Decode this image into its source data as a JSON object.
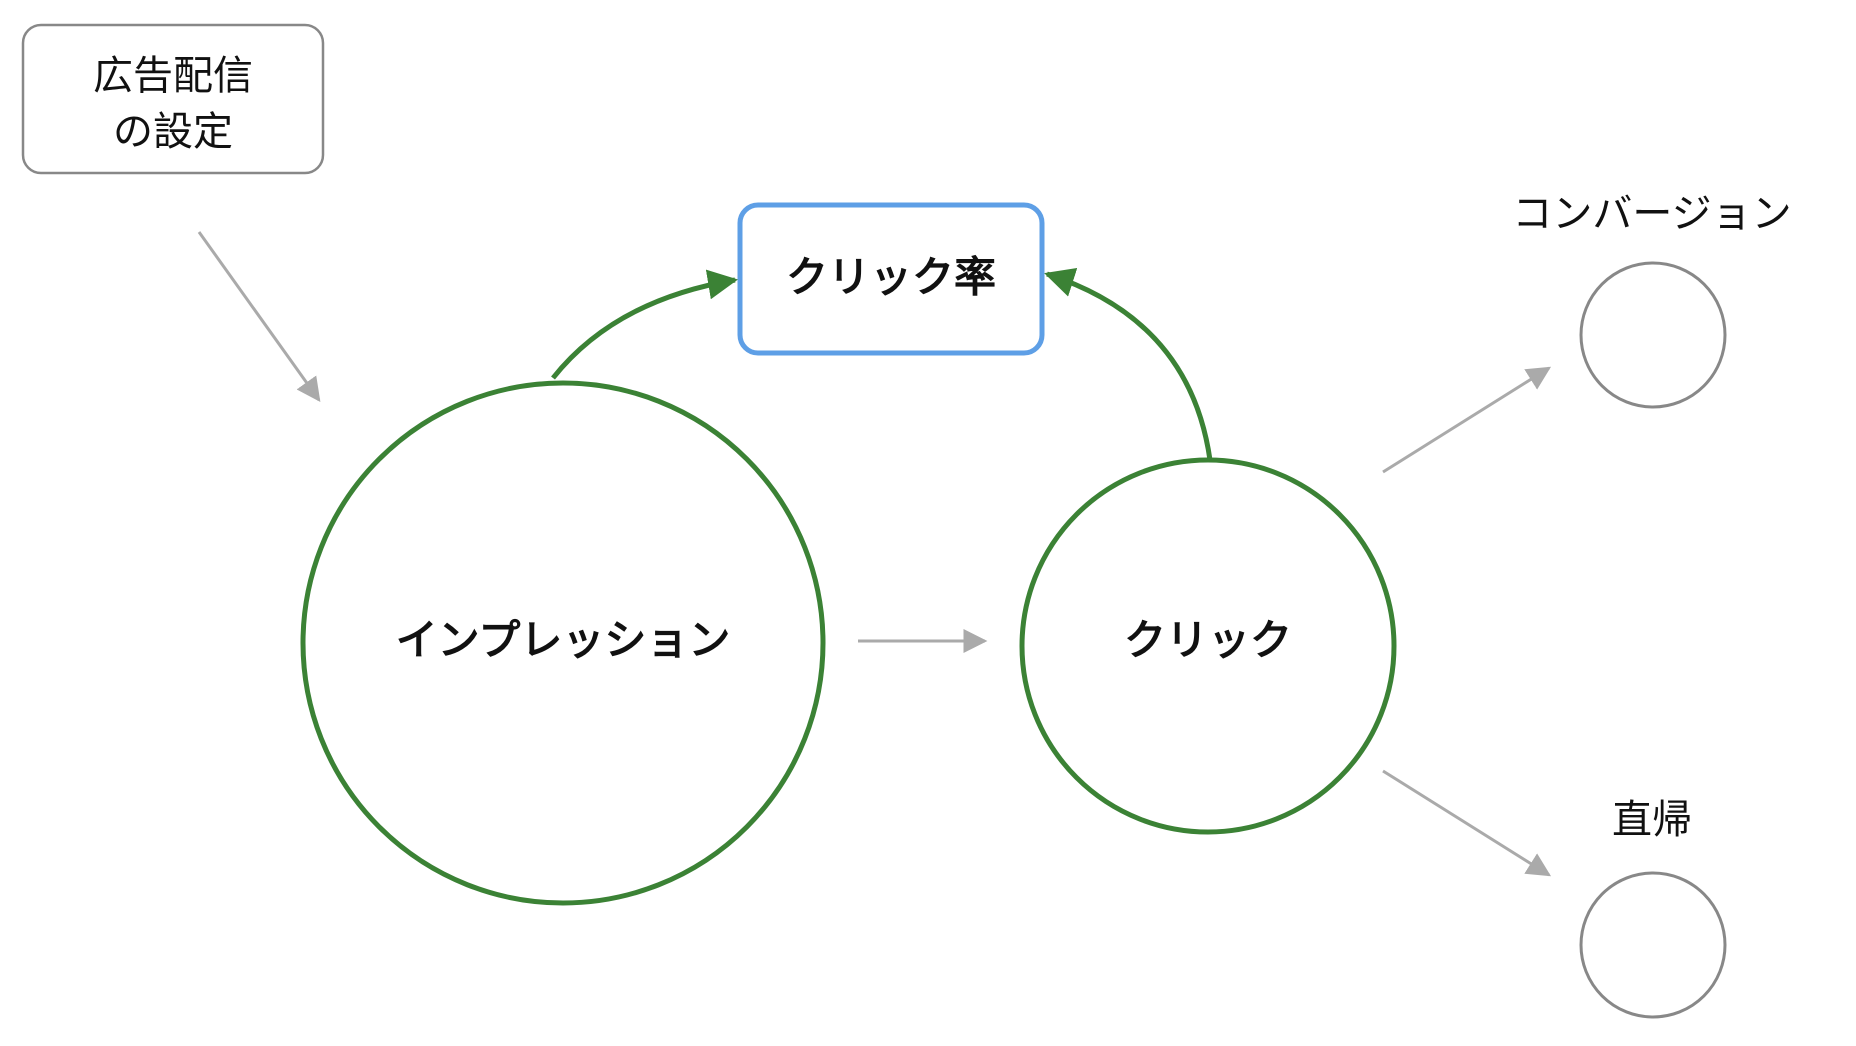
{
  "colors": {
    "green": "#3b8235",
    "gray": "#888888",
    "arrow_gray": "#aaaaaa",
    "blue": "#5e9fe6",
    "text": "#111111"
  },
  "nodes": {
    "ad_settings": {
      "line1": "広告配信",
      "line2": "の設定"
    },
    "ctr": {
      "label": "クリック率"
    },
    "impression": {
      "label": "インプレッション"
    },
    "click": {
      "label": "クリック"
    },
    "conversion": {
      "label": "コンバージョン"
    },
    "bounce": {
      "label": "直帰"
    }
  }
}
